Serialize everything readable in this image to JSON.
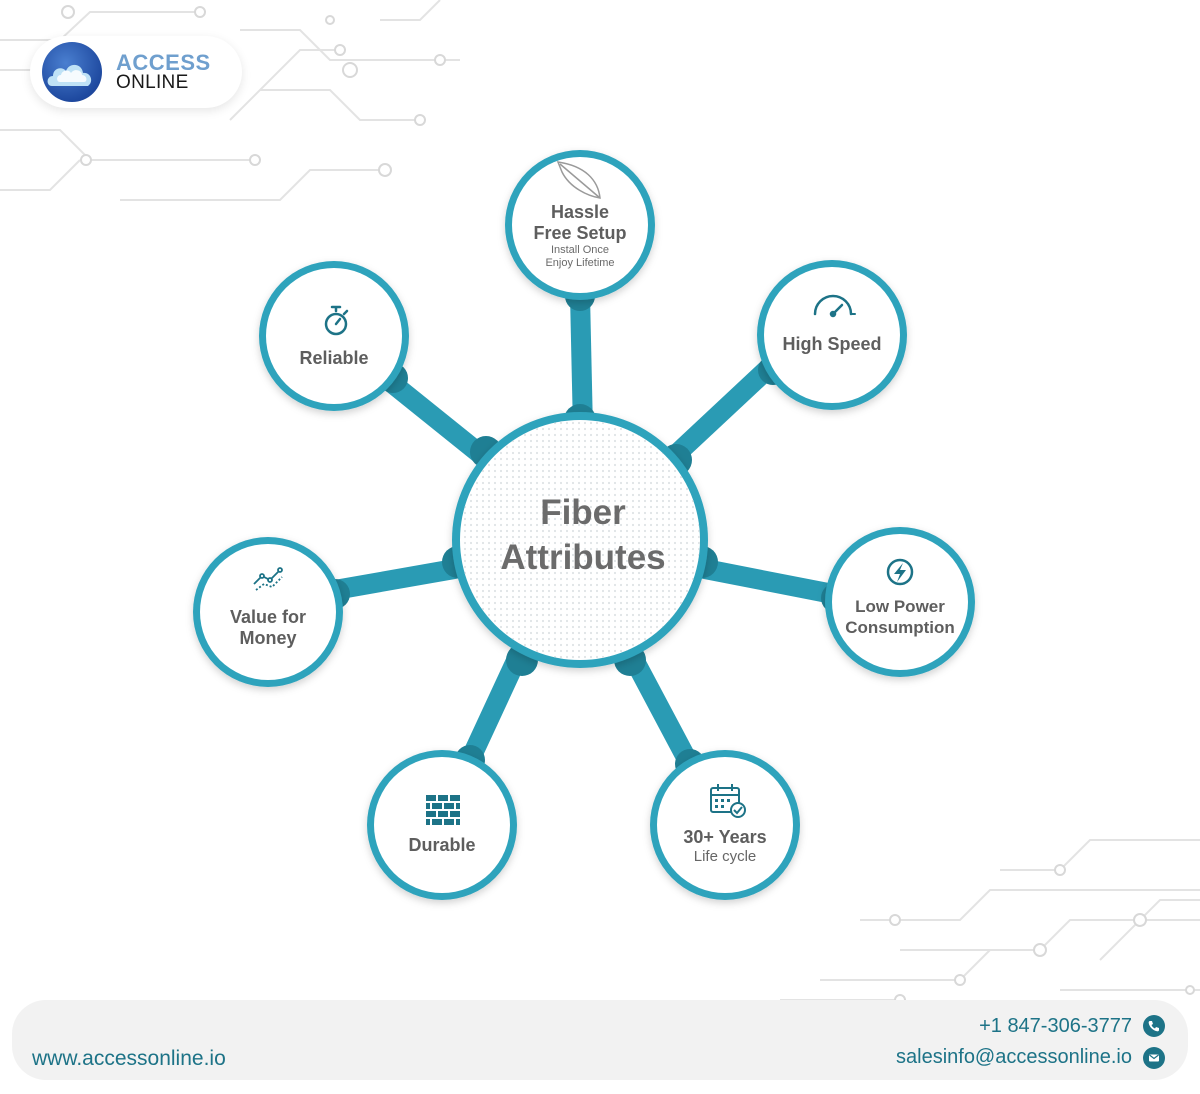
{
  "brand": {
    "line1": "ACCESS",
    "line2": "ONLINE"
  },
  "center": {
    "line1": "Fiber",
    "line2": "Attributes"
  },
  "nodes": {
    "hassle": {
      "line1": "Hassle",
      "line2": "Free Setup",
      "sub1": "Install Once",
      "sub2": "Enjoy Lifetime",
      "icon": "feather-icon"
    },
    "speed": {
      "label": "High Speed",
      "icon": "speedometer-icon"
    },
    "power": {
      "line1": "Low Power",
      "line2": "Consumption",
      "icon": "lightning-icon"
    },
    "years": {
      "label": "30+ Years",
      "sub": "Life cycle",
      "icon": "calendar-check-icon"
    },
    "durable": {
      "label": "Durable",
      "icon": "brick-wall-icon"
    },
    "value": {
      "line1": "Value for",
      "line2": "Money",
      "icon": "trend-chart-icon"
    },
    "reliable": {
      "label": "Reliable",
      "icon": "stopwatch-icon"
    }
  },
  "contact": {
    "website": "www.accessonline.io",
    "phone": "+1 847-306-3777",
    "email": "salesinfo@accessonline.io"
  },
  "colors": {
    "teal": "#2a9bb4",
    "teal_dark": "#1d7387",
    "text": "#5e5e5e",
    "ring": "#2fa3bc"
  }
}
